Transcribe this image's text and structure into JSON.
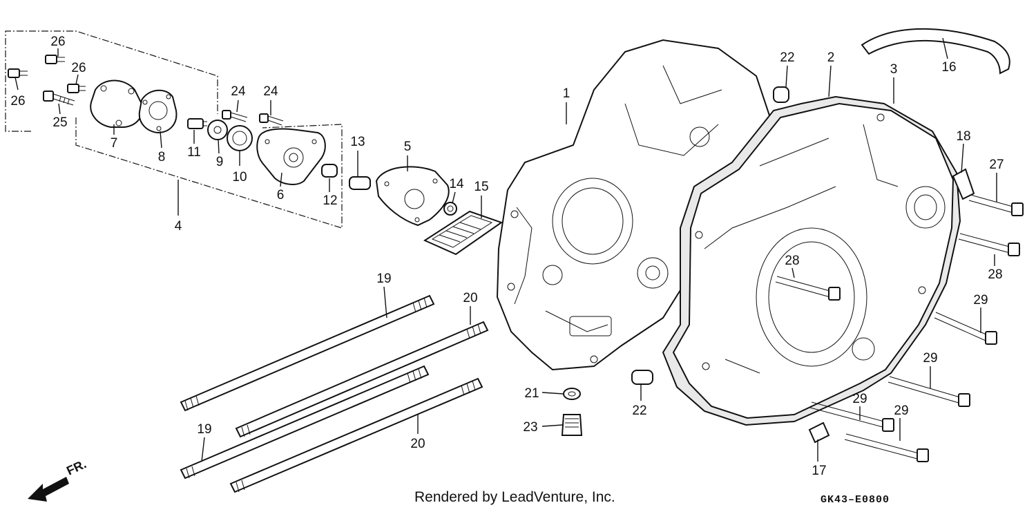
{
  "footer": {
    "credit": "Rendered by LeadVenture, Inc.",
    "code": "GK43–E0800",
    "direction_label": "FR."
  },
  "callouts": {
    "c1": "1",
    "c2": "2",
    "c3": "3",
    "c4": "4",
    "c5": "5",
    "c6": "6",
    "c7": "7",
    "c8": "8",
    "c9": "9",
    "c10": "10",
    "c11": "11",
    "c12": "12",
    "c13": "13",
    "c14": "14",
    "c15": "15",
    "c16": "16",
    "c17": "17",
    "c18": "18",
    "c19a": "19",
    "c19b": "19",
    "c20a": "20",
    "c20b": "20",
    "c21": "21",
    "c22a": "22",
    "c22b": "22",
    "c23": "23",
    "c24a": "24",
    "c24b": "24",
    "c25": "25",
    "c26a": "26",
    "c26b": "26",
    "c26c": "26",
    "c27": "27",
    "c28a": "28",
    "c28b": "28",
    "c29a": "29",
    "c29b": "29",
    "c29c": "29",
    "c29d": "29"
  }
}
